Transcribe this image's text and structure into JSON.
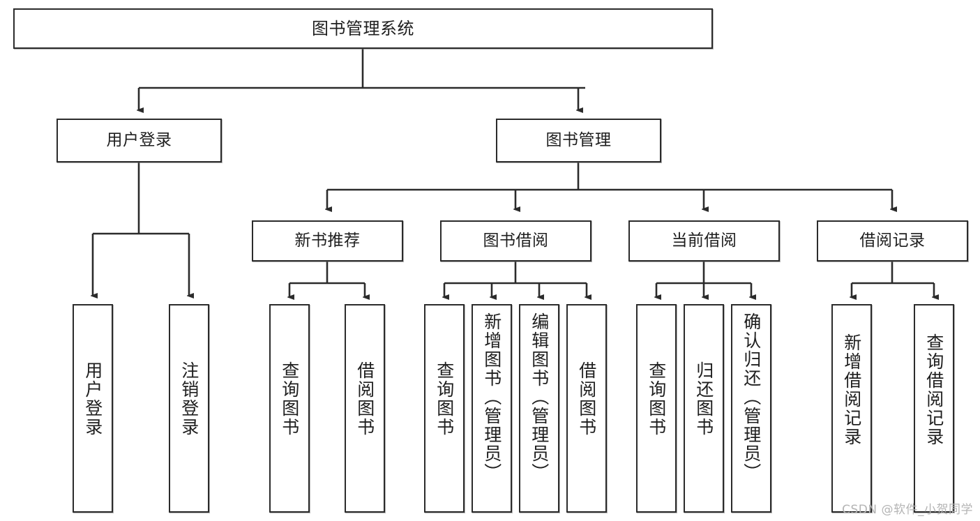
{
  "diagram": {
    "type": "tree",
    "title": "图书管理系统",
    "orientation": "top-down",
    "colors": {
      "box_border": "#2b2b2b",
      "box_fill": "#ffffff",
      "edge": "#2b2b2b",
      "text": "#1e1e1e",
      "watermark": "#b4b4b4"
    },
    "root": {
      "label": "图书管理系统"
    },
    "level2": [
      {
        "id": "user-login",
        "label": "用户登录"
      },
      {
        "id": "book-manage",
        "label": "图书管理"
      }
    ],
    "level3": [
      {
        "id": "new-book-rec",
        "label": "新书推荐",
        "parent": "book-manage"
      },
      {
        "id": "book-borrow",
        "label": "图书借阅",
        "parent": "book-manage"
      },
      {
        "id": "current-borrow",
        "label": "当前借阅",
        "parent": "book-manage"
      },
      {
        "id": "borrow-record",
        "label": "借阅记录",
        "parent": "book-manage"
      }
    ],
    "leaves": {
      "user-login": [
        {
          "id": "leaf-user-login",
          "label": "用户登录"
        },
        {
          "id": "leaf-user-logout",
          "label": "注销登录"
        }
      ],
      "new-book-rec": [
        {
          "id": "leaf-query-book-1",
          "label": "查询图书"
        },
        {
          "id": "leaf-borrow-book-1",
          "label": "借阅图书"
        }
      ],
      "book-borrow": [
        {
          "id": "leaf-query-book-2",
          "label": "查询图书"
        },
        {
          "id": "leaf-add-book",
          "label": "新增图书（管理员）"
        },
        {
          "id": "leaf-edit-book",
          "label": "编辑图书（管理员）"
        },
        {
          "id": "leaf-borrow-book-2",
          "label": "借阅图书"
        }
      ],
      "current-borrow": [
        {
          "id": "leaf-query-book-3",
          "label": "查询图书"
        },
        {
          "id": "leaf-return-book",
          "label": "归还图书"
        },
        {
          "id": "leaf-confirm-return",
          "label": "确认归还（管理员）"
        }
      ],
      "borrow-record": [
        {
          "id": "leaf-add-record",
          "label": "新增借阅记录"
        },
        {
          "id": "leaf-query-record",
          "label": "查询借阅记录"
        }
      ]
    },
    "watermark": "CSDN @软件_小贺同学"
  }
}
